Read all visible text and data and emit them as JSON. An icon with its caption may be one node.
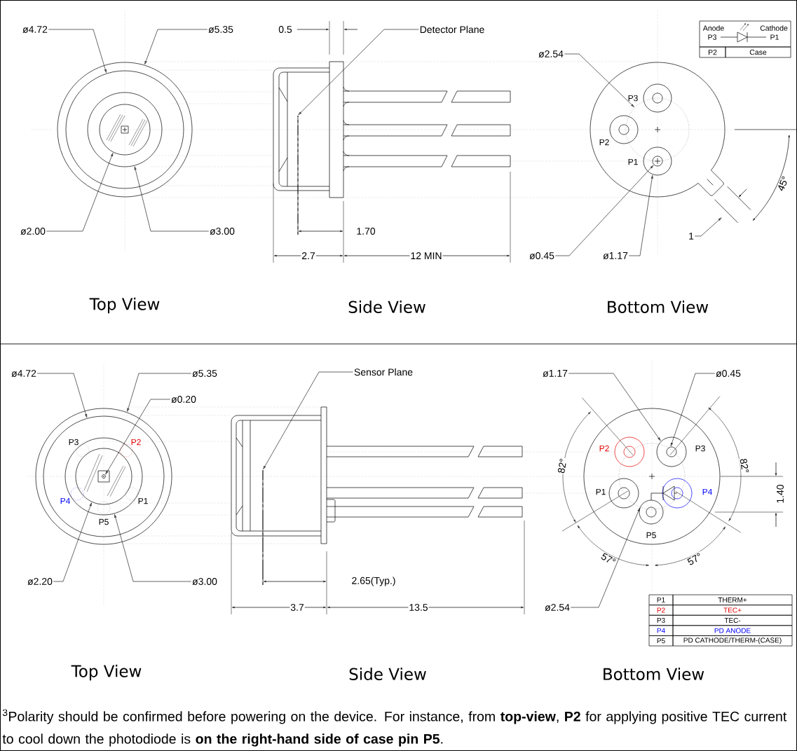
{
  "diagram": {
    "caption": "$^{3}$Polarity should be confirmed before powering on the device. For instance, from **top-view**, **P2** for applying positive TEC current to cool down the photodiode is **on the right-hand side of case pin P5**.",
    "nodes": [
      {
        "text": [
          "ø4.72"
        ]
      },
      {
        "text": [
          "ø5.35"
        ]
      },
      {
        "text": [
          "ø2.00"
        ]
      },
      {
        "text": [
          "ø3.00"
        ]
      },
      {
        "text": [
          "Detector Plane"
        ]
      },
      {
        "text": [
          "ø2.54"
        ]
      },
      {
        "text": [
          "ø0.45"
        ]
      },
      {
        "text": [
          "ø1.17"
        ]
      },
      {
        "text": [
          "1"
        ]
      },
      {
        "text": [
          "ø4.72"
        ]
      },
      {
        "text": [
          "ø5.35"
        ]
      },
      {
        "text": [
          "ø0.20"
        ]
      },
      {
        "text": [
          "ø2.20"
        ]
      },
      {
        "text": [
          "ø3.00"
        ]
      },
      {
        "text": [
          "Sensor Plane"
        ]
      },
      {
        "text": [
          "ø1.17"
        ]
      },
      {
        "text": [
          "ø0.45"
        ]
      },
      {
        "text": [
          "ø2.54"
        ]
      },
      {
        "text": [],
        "shape": "circle"
      },
      {
        "text": [],
        "shape": "circle",
        "in": 18
      },
      {
        "text": [],
        "shape": "circle",
        "in": 19
      },
      {
        "text": [],
        "shape": "circle",
        "in": 20
      },
      {
        "text": [],
        "shape": "circle"
      },
      {
        "text": [],
        "shape": "circle"
      },
      {
        "text": [],
        "shape": "circle",
        "in": 23
      },
      {
        "text": [],
        "shape": "circle"
      },
      {
        "text": [],
        "shape": "circle",
        "in": 25
      },
      {
        "text": [],
        "shape": "circle",
        "in": 26
      },
      {
        "text": [],
        "shape": "circle",
        "in": 27
      },
      {
        "text": [],
        "shape": "circle",
        "in": 28
      },
      {
        "text": [],
        "shape": "circle"
      },
      {
        "text": [],
        "shape": "circle"
      },
      {
        "text": [],
        "shape": "circle"
      },
      {
        "text": [],
        "shape": "bar"
      },
      {
        "text": [],
        "shape": "bar"
      }
    ],
    "edges": [
      {
        "from": 0,
        "to": 19,
        "arrow": "to"
      },
      {
        "from": 1,
        "to": 18,
        "arrow": "to"
      },
      {
        "from": 2,
        "to": 21,
        "arrow": "to"
      },
      {
        "from": 3,
        "to": 20,
        "arrow": "to"
      },
      {
        "from": 4,
        "to": 33,
        "arrow": "to"
      },
      {
        "from": 5,
        "to": 22,
        "arrow": "to"
      },
      {
        "from": 6,
        "to": 24,
        "arrow": "to"
      },
      {
        "from": 7,
        "to": 23,
        "arrow": "to"
      },
      {
        "from": 8,
        "to": null,
        "arrow": "to"
      },
      {
        "from": 9,
        "to": 26,
        "arrow": "to"
      },
      {
        "from": 10,
        "to": 25,
        "arrow": "to"
      },
      {
        "from": 11,
        "to": 29,
        "arrow": "to"
      },
      {
        "from": 12,
        "to": 28,
        "arrow": "to"
      },
      {
        "from": 13,
        "to": 27,
        "arrow": "to"
      },
      {
        "from": 14,
        "to": 34,
        "arrow": "to"
      },
      {
        "from": 15,
        "to": 31,
        "arrow": "to"
      },
      {
        "from": 16,
        "to": 32,
        "arrow": "to"
      },
      {
        "from": 17,
        "to": 30,
        "arrow": "to"
      }
    ],
    "labels": [
      "0.5",
      "Anode",
      "Cathode",
      "P3",
      "P1",
      "P2",
      "Case",
      "P3",
      "P2",
      "P1",
      "45°",
      "1.70",
      "2.7",
      "12 MIN",
      "Top View",
      "Side View",
      "Bottom View",
      "P3",
      "P2",
      "P4",
      "P1",
      "P5",
      "P2",
      "P3",
      "82°",
      "82°",
      "P1",
      "P4",
      "1.40",
      "P5",
      "57°",
      "57°",
      "2.65(Typ.)",
      "3.7",
      "13.5",
      "P1",
      "THERM+",
      "P2",
      "TEC+",
      "P3",
      "TEC-",
      "P4",
      "PD ANODE",
      "P5",
      "PD CATHODE/THERM-(CASE)",
      "Top View",
      "Side View",
      "Bottom View"
    ]
  }
}
